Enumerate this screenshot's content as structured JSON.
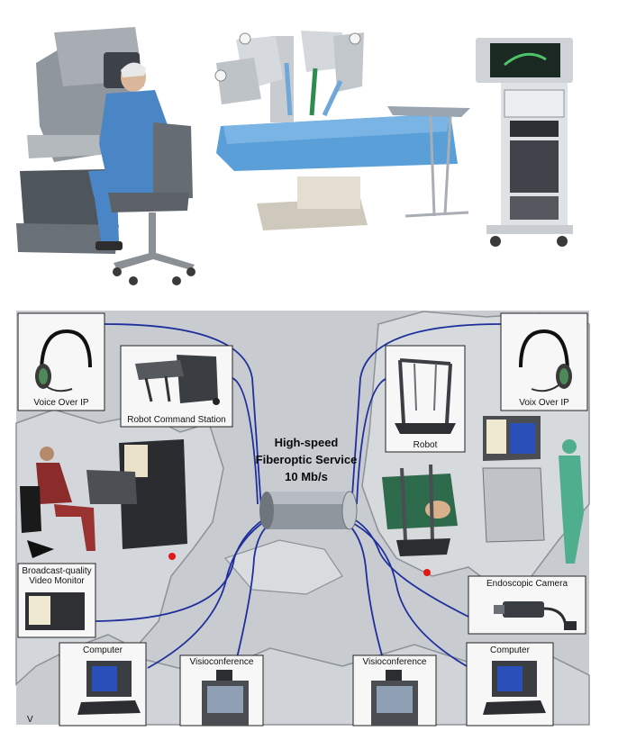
{
  "diagram": {
    "center_label": [
      "High-speed",
      "Fiberoptic Service",
      "10 Mb/s"
    ],
    "left_nodes": {
      "voice_over_ip": "Voice Over IP",
      "robot_command_station": "Robot Command Station",
      "broadcast_monitor": [
        "Broadcast-quality",
        "Video Monitor"
      ],
      "computer": "Computer",
      "visioconference": "Visioconference"
    },
    "right_nodes": {
      "voix_over_ip": "Voix Over IP",
      "robot": "Robot",
      "endoscopic_camera": "Endoscopic Camera",
      "computer": "Computer",
      "visioconference": "Visioconference"
    },
    "map_corner_text": "V",
    "colors": {
      "link_line": "#1e2f9c",
      "map_land": "#d2d6da",
      "map_border": "#8d9298",
      "frame_bg": "#f7f7f7",
      "marker_dot": "#e01818"
    }
  },
  "photos": {
    "items": [
      "surgeon-console-icon",
      "patient-cart-robot-icon",
      "vision-tower-icon"
    ]
  }
}
